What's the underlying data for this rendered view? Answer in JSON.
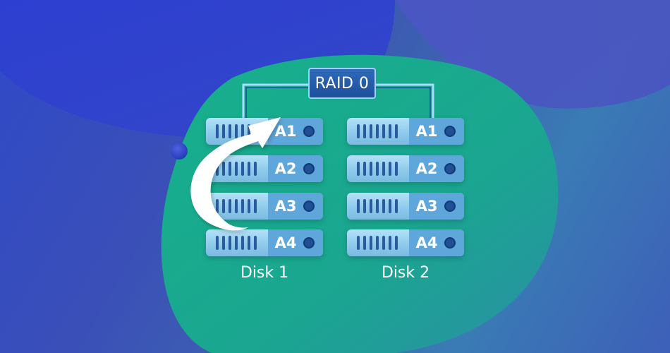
{
  "diagram": {
    "raid_label": "RAID 0",
    "disks": [
      {
        "caption": "Disk 1",
        "blocks": [
          "A1",
          "A2",
          "A3",
          "A4"
        ]
      },
      {
        "caption": "Disk 2",
        "blocks": [
          "A1",
          "A2",
          "A3",
          "A4"
        ]
      }
    ]
  },
  "colors": {
    "green_blob": "#16a98e",
    "drive_body": "#9fd3ef",
    "drive_tag": "#5fa7da",
    "vent": "#2b5a9e",
    "connector": "#a9dcff",
    "arrow": "#ffffff"
  },
  "icons": [
    "curved-arrow-icon",
    "led-indicator-icon",
    "vent-slots-icon"
  ]
}
